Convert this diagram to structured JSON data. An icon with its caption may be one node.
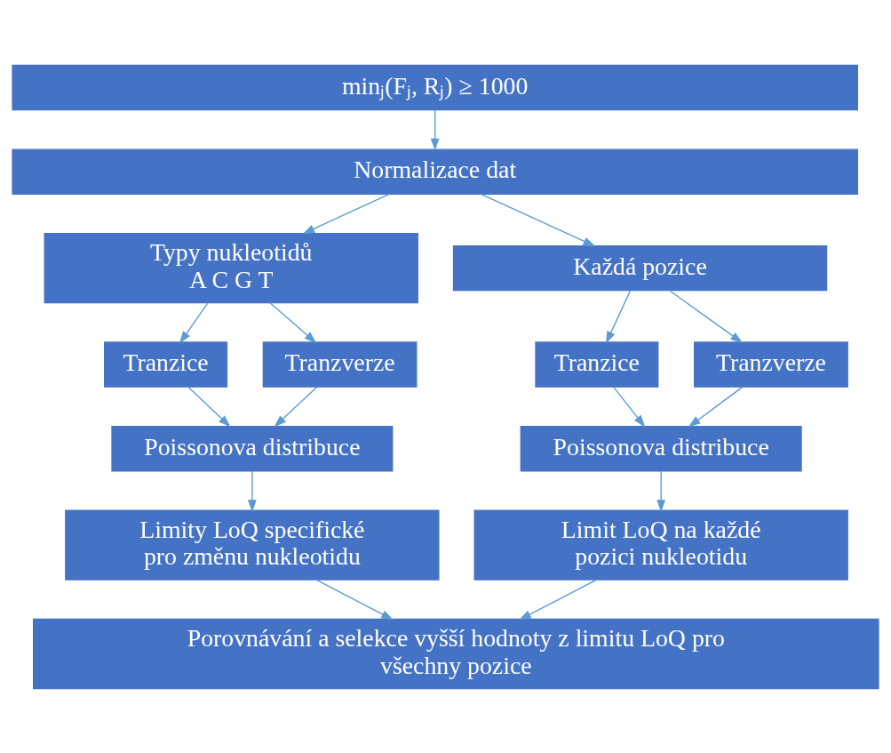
{
  "diagram": {
    "nodes": [
      {
        "text": [
          "minⱼ(Fⱼ, Rⱼ) ≥ 1000"
        ]
      },
      {
        "text": [
          "Normalizace dat"
        ]
      },
      {
        "text": [
          "Typy nukleotidů A C G T"
        ]
      },
      {
        "text": [
          "Každá pozice"
        ]
      },
      {
        "text": [
          "Tranzice"
        ]
      },
      {
        "text": [
          "Tranzverze"
        ]
      },
      {
        "text": [
          "Tranzice"
        ]
      },
      {
        "text": [
          "Tranzverze"
        ]
      },
      {
        "text": [
          "Poissonova distribuce"
        ]
      },
      {
        "text": [
          "Poissonova distribuce"
        ]
      },
      {
        "text": [
          "Limity LoQ specifické pro změnu nukleotidu"
        ]
      },
      {
        "text": [
          "Limit LoQ na každé pozici nukleotidu"
        ]
      },
      {
        "text": [
          "Porovnávání a selekce vyšší hodnoty z limitu LoQ pro všechny pozice"
        ]
      }
    ],
    "edges": [
      {
        "from": 0,
        "to": 1,
        "arrow": "to"
      },
      {
        "from": 1,
        "to": 2,
        "arrow": "to"
      },
      {
        "from": 1,
        "to": 3,
        "arrow": "to"
      },
      {
        "from": 2,
        "to": 4,
        "arrow": "to"
      },
      {
        "from": 2,
        "to": 5,
        "arrow": "to"
      },
      {
        "from": 3,
        "to": 6,
        "arrow": "to"
      },
      {
        "from": 3,
        "to": 7,
        "arrow": "to"
      },
      {
        "from": 4,
        "to": 8,
        "arrow": "to"
      },
      {
        "from": 5,
        "to": 8,
        "arrow": "to"
      },
      {
        "from": 6,
        "to": 9,
        "arrow": "to"
      },
      {
        "from": 7,
        "to": 9,
        "arrow": "to"
      },
      {
        "from": 8,
        "to": 10,
        "arrow": "to"
      },
      {
        "from": 9,
        "to": 11,
        "arrow": "to"
      },
      {
        "from": 10,
        "to": 12,
        "arrow": "to"
      },
      {
        "from": 11,
        "to": 12,
        "arrow": "to"
      }
    ]
  }
}
